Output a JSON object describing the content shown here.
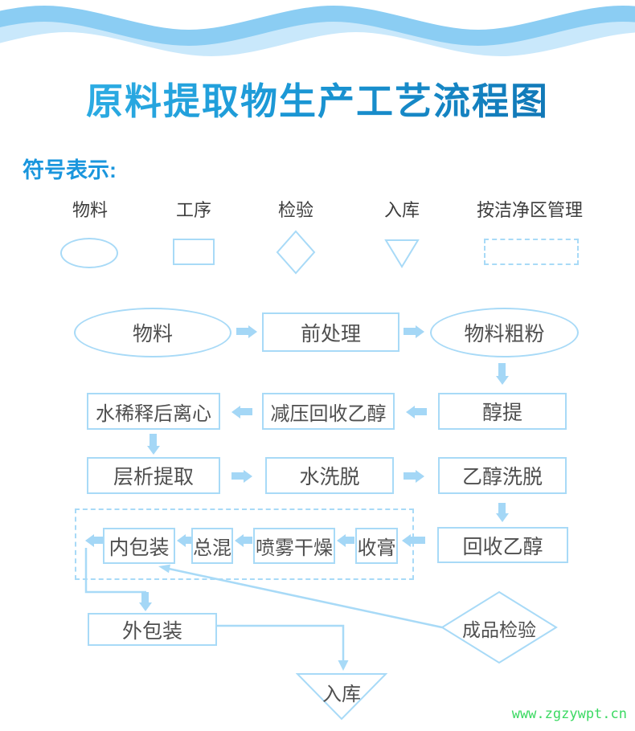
{
  "page": {
    "title": "原料提取物生产工艺流程图",
    "legend_heading": "符号表示:",
    "watermark": "www.zgzywpt.cn"
  },
  "colors": {
    "accent_blue": "#1a96dd",
    "shape_border": "#a8daf7",
    "arrow": "#a4d7f6",
    "wave_dark": "#8bcdf3",
    "wave_light": "#c9e8fb",
    "title_gradient_top": "#35b6ea",
    "title_gradient_bottom": "#0d6cab",
    "node_text": "#4f4f4f",
    "watermark_green": "#3bd962"
  },
  "legend": {
    "items": [
      {
        "label": "物料",
        "shape": "ellipse"
      },
      {
        "label": "工序",
        "shape": "rectangle"
      },
      {
        "label": "检验",
        "shape": "diamond"
      },
      {
        "label": "入库",
        "shape": "triangle-down"
      },
      {
        "label": "按洁净区管理",
        "shape": "dashed-rectangle"
      }
    ]
  },
  "flow": {
    "nodes": {
      "material": "物料",
      "pretreatment": "前处理",
      "coarse_powder": "物料粗粉",
      "dilute_centrifuge": "水稀释后离心",
      "vacuum_recover": "减压回收乙醇",
      "alcohol_extract": "醇提",
      "chromatography": "层析提取",
      "water_elution": "水洗脱",
      "ethanol_elution": "乙醇洗脱",
      "inner_packing": "内包装",
      "total_mixing": "总混",
      "spray_drying": "喷雾干燥",
      "paste_collection": "收膏",
      "ethanol_recovery": "回收乙醇",
      "outer_packing": "外包装",
      "warehousing": "入库",
      "finished_inspection": "成品检验"
    }
  }
}
